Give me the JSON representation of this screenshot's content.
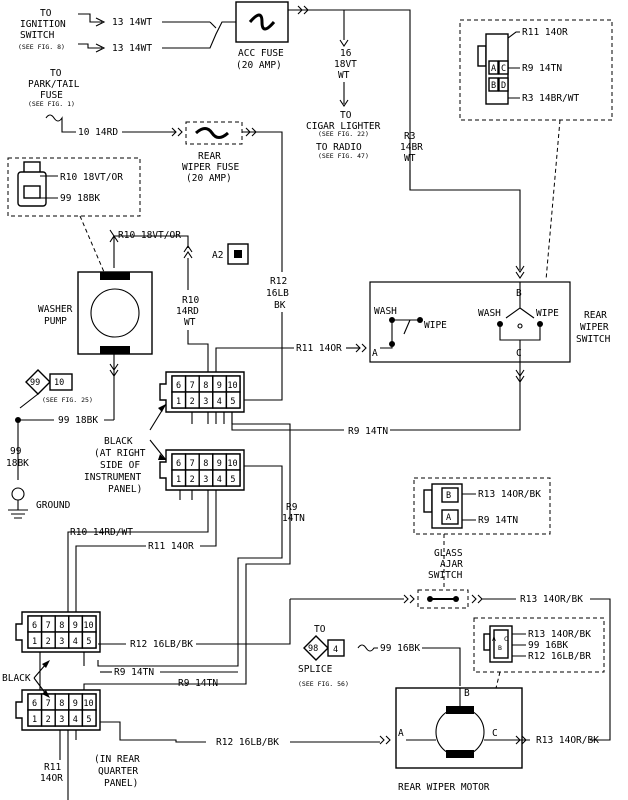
{
  "labels": {
    "to_ignition": [
      "TO",
      "IGNITION",
      "SWITCH"
    ],
    "see_fig8": "(SEE FIG. 8)",
    "ign_wire1": "13 14WT",
    "ign_wire2": "13 14WT",
    "acc_fuse": [
      "ACC FUSE",
      "(20 AMP)"
    ],
    "wire16": [
      "16",
      "18VT",
      "WT"
    ],
    "to_cigar": "TO",
    "cigar": "CIGAR LIGHTER",
    "see_fig22": "(SEE FIG. 22)",
    "to_radio": "TO RADIO",
    "see_fig47": "(SEE FIG. 47)",
    "r3": [
      "R3",
      "14BR",
      "WT"
    ],
    "to_park": [
      "TO",
      "PARK/TAIL",
      "FUSE"
    ],
    "see_fig1": "(SEE FIG. 1)",
    "wire10": "10 14RD",
    "rear_wiper_fuse": [
      "REAR",
      "WIPER FUSE",
      "(20 AMP)"
    ],
    "wiper_switch_conn": [
      "R11 14OR",
      "R9 14TN",
      "R3 14BR/WT"
    ],
    "wiper_switch_conn_pins": [
      "A",
      "C",
      "B",
      "D"
    ],
    "washer_conn": [
      "R10 18VT/OR",
      "99 18BK"
    ],
    "r10_top": "R10 18VT/OR",
    "a2": "A2",
    "r10_mid": [
      "R10",
      "14RD",
      "WT"
    ],
    "r12_mid": [
      "R12",
      "16LB",
      "BK"
    ],
    "washer_pump": [
      "WASHER",
      "PUMP"
    ],
    "splice99": [
      "99",
      "10"
    ],
    "see_fig25": "(SEE FIG. 25)",
    "wire99_18bk": "99 18BK",
    "wire99_vert": [
      "99",
      "18BK"
    ],
    "ground": "GROUND",
    "r11_140r": "R11 14OR",
    "switch_labels": {
      "wash1": "WASH",
      "wipe1": "WIPE",
      "wash2": "WASH",
      "wipe2": "WIPE",
      "a": "A",
      "b": "B",
      "c": "C"
    },
    "rear_wiper_switch": [
      "REAR",
      "WIPER",
      "SWITCH"
    ],
    "r9_14tn": "R9 14TN",
    "black_rhs": [
      "BLACK",
      "(AT RIGHT",
      "SIDE OF",
      "INSTRUMENT",
      "PANEL)"
    ],
    "conn_top_pins": [
      "6",
      "7",
      "8",
      "9",
      "10",
      "1",
      "2",
      "3",
      "4",
      "5"
    ],
    "conn_mid_pins": [
      "6",
      "1",
      "7",
      "2",
      "8",
      "3",
      "9",
      "4",
      "10",
      "5"
    ],
    "r9_mid": [
      "R9",
      "14TN"
    ],
    "glass_ajar_conn": [
      "R13 14OR/BK",
      "R9 14TN"
    ],
    "glass_ajar_conn_pins": [
      "B",
      "A"
    ],
    "glass_ajar": [
      "GLASS",
      "AJAR",
      "SWITCH"
    ],
    "r10_14rdwt": "R10 14RD/WT",
    "r11_lower": "R11 14OR",
    "r13_lower": "R13 14OR/BK",
    "to_splice": "TO",
    "splice98": [
      "98",
      "4"
    ],
    "splice_label": "SPLICE",
    "see_fig56": "(SEE FIG. 56)",
    "wire99_16bk": "99 16BK",
    "motor_conn": [
      "R13 14OR/BK",
      "99 16BK",
      "R12 16LB/BR"
    ],
    "motor_conn_pins": [
      "A",
      "B",
      "C"
    ],
    "r12_16lbbk": "R12 16LB/BK",
    "r9_14tn_a": "R9 14TN",
    "r9_14tn_b": "R9 14TN",
    "black_left": "BLACK",
    "lower_conn1_pins": [
      "6",
      "7",
      "8",
      "9",
      "10",
      "1",
      "2",
      "3",
      "4",
      "5"
    ],
    "lower_conn2_pins": [
      "6",
      "7",
      "8",
      "9",
      "10",
      "1",
      "2",
      "3",
      "4",
      "5"
    ],
    "r12_16lbbk_low": "R12 16LB/BK",
    "r13_right": "R13 14OR/BK",
    "r11_14or_bottom": [
      "R11",
      "14OR"
    ],
    "in_rear_quarter": [
      "(IN REAR",
      "QUARTER",
      "PANEL)"
    ],
    "motor_pins": [
      "B",
      "A",
      "C"
    ],
    "rear_wiper_motor": "REAR WIPER MOTOR"
  }
}
